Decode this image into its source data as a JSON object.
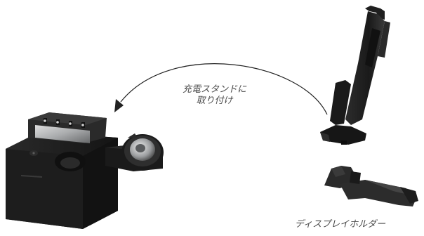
{
  "captions": {
    "attach_line1": "充電スタンドに",
    "attach_line2": "取り付け",
    "display_holder": "ディスプレイホルダー"
  },
  "colors": {
    "product_body": "#1e1e1e",
    "product_shadow": "#0e0e0e",
    "metal": "#c9cbcd",
    "arrow": "#222222",
    "caption_text": "#4a4a4a"
  },
  "icons": {
    "charging_stand": "charging-stand-illustration",
    "display_holder_bracket": "display-holder-bracket-illustration",
    "small_clip": "holder-clip-illustration",
    "arrow": "curved-arrow"
  }
}
